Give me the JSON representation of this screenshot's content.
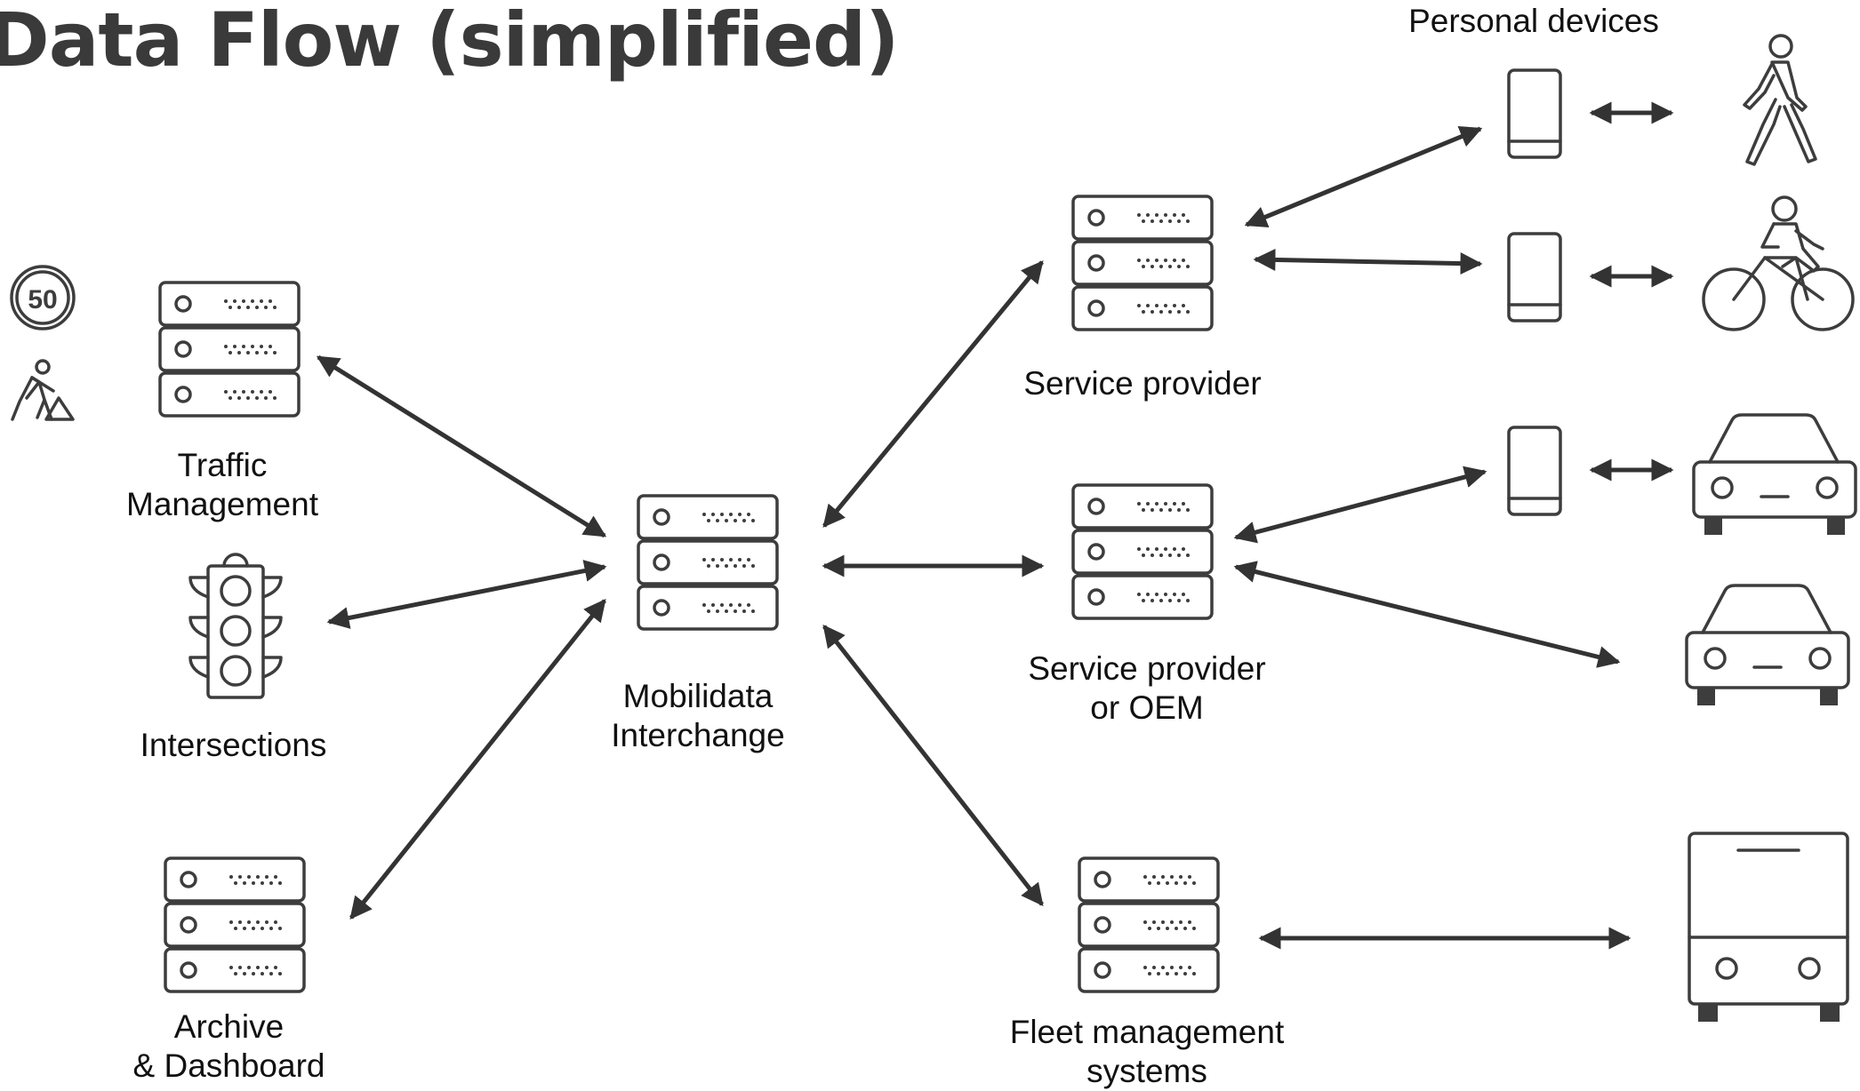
{
  "title": "Data Flow (simplified)",
  "nodes": {
    "traffic_management": {
      "line1": "Traffic",
      "line2": "Management"
    },
    "intersections": {
      "line1": "Intersections"
    },
    "archive_dashboard": {
      "line1": "Archive",
      "line2": "& Dashboard"
    },
    "mobilidata_interchange": {
      "line1": "Mobilidata",
      "line2": "Interchange"
    },
    "service_provider": {
      "line1": "Service provider"
    },
    "service_provider_oem": {
      "line1": "Service provider",
      "line2": "or OEM"
    },
    "fleet_management": {
      "line1": "Fleet management",
      "line2": "systems"
    },
    "personal_devices": {
      "line1": "Personal devices"
    }
  },
  "speed_sign": {
    "value": "50"
  }
}
